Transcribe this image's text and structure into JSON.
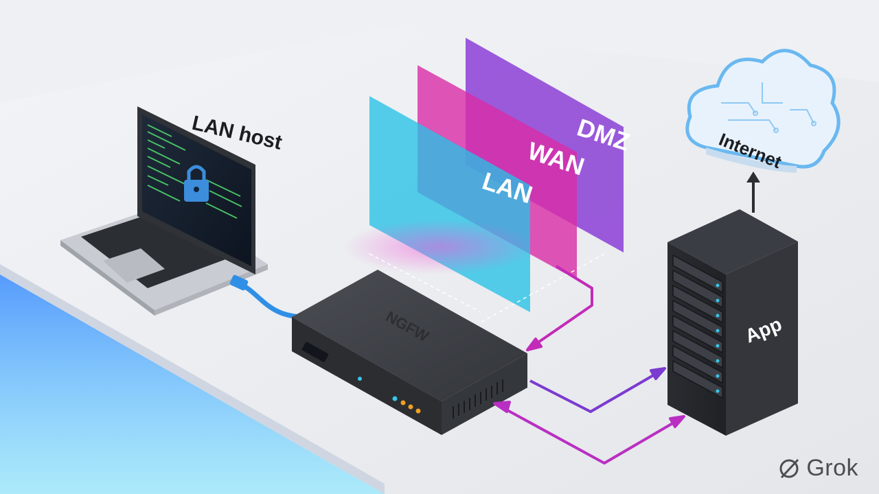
{
  "labels": {
    "lan_host": "LAN host",
    "internet": "Internet",
    "app": "App",
    "device": "NGFW"
  },
  "zones": [
    {
      "name": "DMZ",
      "color": "#8b3fd6"
    },
    {
      "name": "WAN",
      "color": "#d92ca6"
    },
    {
      "name": "LAN",
      "color": "#27c1e6"
    }
  ],
  "colors": {
    "arrow_magenta": "#c22bb8",
    "arrow_purple": "#7b3ad0",
    "cable_blue": "#2f8fe6",
    "device_body": "#3a3d42",
    "server_body": "#2c2e33"
  },
  "icons": [
    "lock-icon",
    "cloud-icon",
    "grok-logo-icon"
  ],
  "watermark": "Grok"
}
